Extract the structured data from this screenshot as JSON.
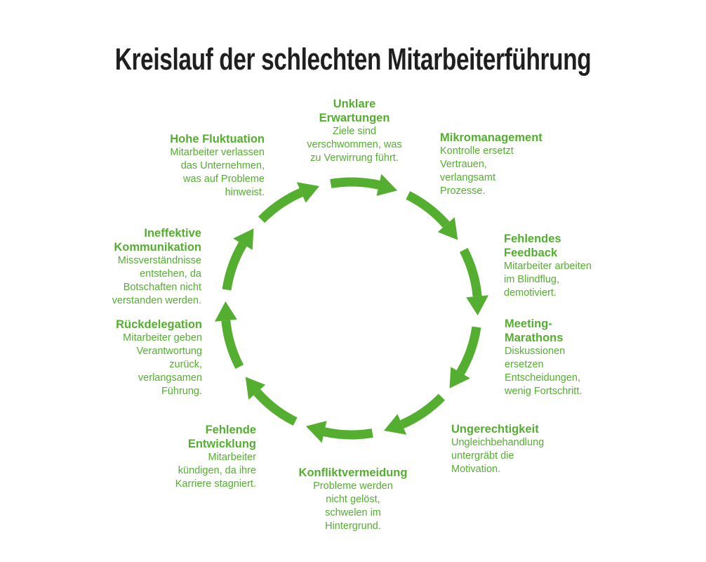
{
  "title": "Kreislauf der schlechten Mitarbeiterführung",
  "colors": {
    "green": "#54ae30",
    "title_text": "#1f1f1f",
    "background": "#ffffff"
  },
  "cycle": {
    "direction": "clockwise",
    "arrow_count": 10,
    "items": [
      {
        "id": "unklare-erwartungen",
        "title_lines": [
          "Unklare",
          "Erwartungen"
        ],
        "desc_lines": [
          "Ziele sind",
          "verschwommen, was",
          "zu Verwirrung führt."
        ]
      },
      {
        "id": "mikromanagement",
        "title_lines": [
          "Mikromanagement"
        ],
        "desc_lines": [
          "Kontrolle ersetzt",
          "Vertrauen,",
          "verlangsamt",
          "Prozesse."
        ]
      },
      {
        "id": "fehlendes-feedback",
        "title_lines": [
          "Fehlendes",
          "Feedback"
        ],
        "desc_lines": [
          "Mitarbeiter arbeiten",
          "im Blindflug,",
          "demotiviert."
        ]
      },
      {
        "id": "meeting-marathons",
        "title_lines": [
          "Meeting-",
          "Marathons"
        ],
        "desc_lines": [
          "Diskussionen",
          "ersetzen",
          "Entscheidungen,",
          "wenig Fortschritt."
        ]
      },
      {
        "id": "ungerechtigkeit",
        "title_lines": [
          "Ungerechtigkeit"
        ],
        "desc_lines": [
          "Ungleichbehandlung",
          "untergräbt die",
          "Motivation."
        ]
      },
      {
        "id": "konfliktvermeidung",
        "title_lines": [
          "Konfliktvermeidung"
        ],
        "desc_lines": [
          "Probleme werden",
          "nicht gelöst,",
          "schwelen im",
          "Hintergrund."
        ]
      },
      {
        "id": "fehlende-entwicklung",
        "title_lines": [
          "Fehlende",
          "Entwicklung"
        ],
        "desc_lines": [
          "Mitarbeiter",
          "kündigen, da ihre",
          "Karriere stagniert."
        ]
      },
      {
        "id": "rueckdelegation",
        "title_lines": [
          "Rückdelegation"
        ],
        "desc_lines": [
          "Mitarbeiter geben",
          "Verantwortung",
          "zurück,",
          "verlangsamen",
          "Führung."
        ]
      },
      {
        "id": "ineffektive-kommunikation",
        "title_lines": [
          "Ineffektive",
          "Kommunikation"
        ],
        "desc_lines": [
          "Missverständnisse",
          "entstehen, da",
          "Botschaften nicht",
          "verstanden werden."
        ]
      },
      {
        "id": "hohe-fluktuation",
        "title_lines": [
          "Hohe Fluktuation"
        ],
        "desc_lines": [
          "Mitarbeiter verlassen",
          "das Unternehmen,",
          "was auf Probleme",
          "hinweist."
        ]
      }
    ]
  }
}
